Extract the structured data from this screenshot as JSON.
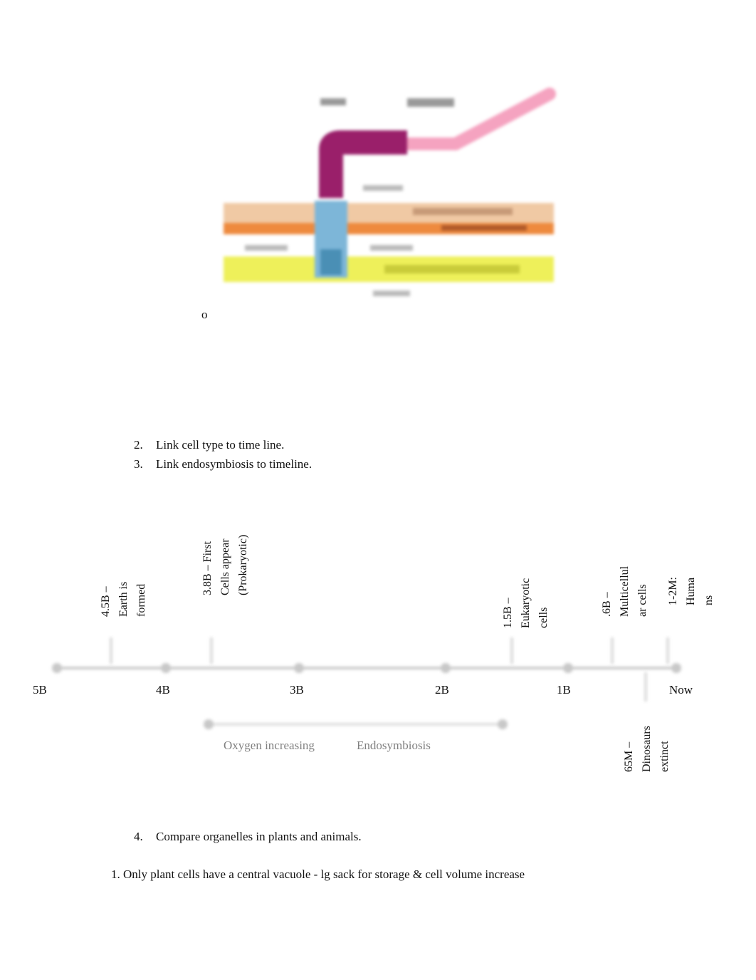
{
  "figure": {
    "bullet": "o"
  },
  "list": [
    {
      "number": "2.",
      "text": "Link cell type to time line."
    },
    {
      "number": "3.",
      "text": "Link endosymbiosis to timeline."
    }
  ],
  "timeline": {
    "ticks": [
      "5B",
      "4B",
      "3B",
      "2B",
      "1B",
      "Now"
    ],
    "events_above": [
      {
        "lines": [
          "4.5B –",
          "Earth is",
          "formed"
        ]
      },
      {
        "lines": [
          "3.8B – First",
          "Cells appear",
          "(Prokaryotic)"
        ]
      },
      {
        "lines": [
          "1.5B –",
          "Eukaryotic",
          "cells"
        ]
      },
      {
        "lines": [
          ".6B –",
          "Multicellul",
          "ar cells"
        ]
      },
      {
        "lines": [
          "1-2M:",
          "Huma",
          "ns"
        ]
      }
    ],
    "events_below": [
      {
        "lines": [
          "65M –",
          "Dinosaurs",
          "extinct"
        ]
      }
    ],
    "period_labels": [
      "Oxygen increasing",
      "Endosymbiosis"
    ]
  },
  "list2": [
    {
      "number": "4.",
      "text": "Compare organelles in plants and animals."
    }
  ],
  "answer": "1. Only plant cells have a central vacuole - lg sack for storage & cell volume increase"
}
